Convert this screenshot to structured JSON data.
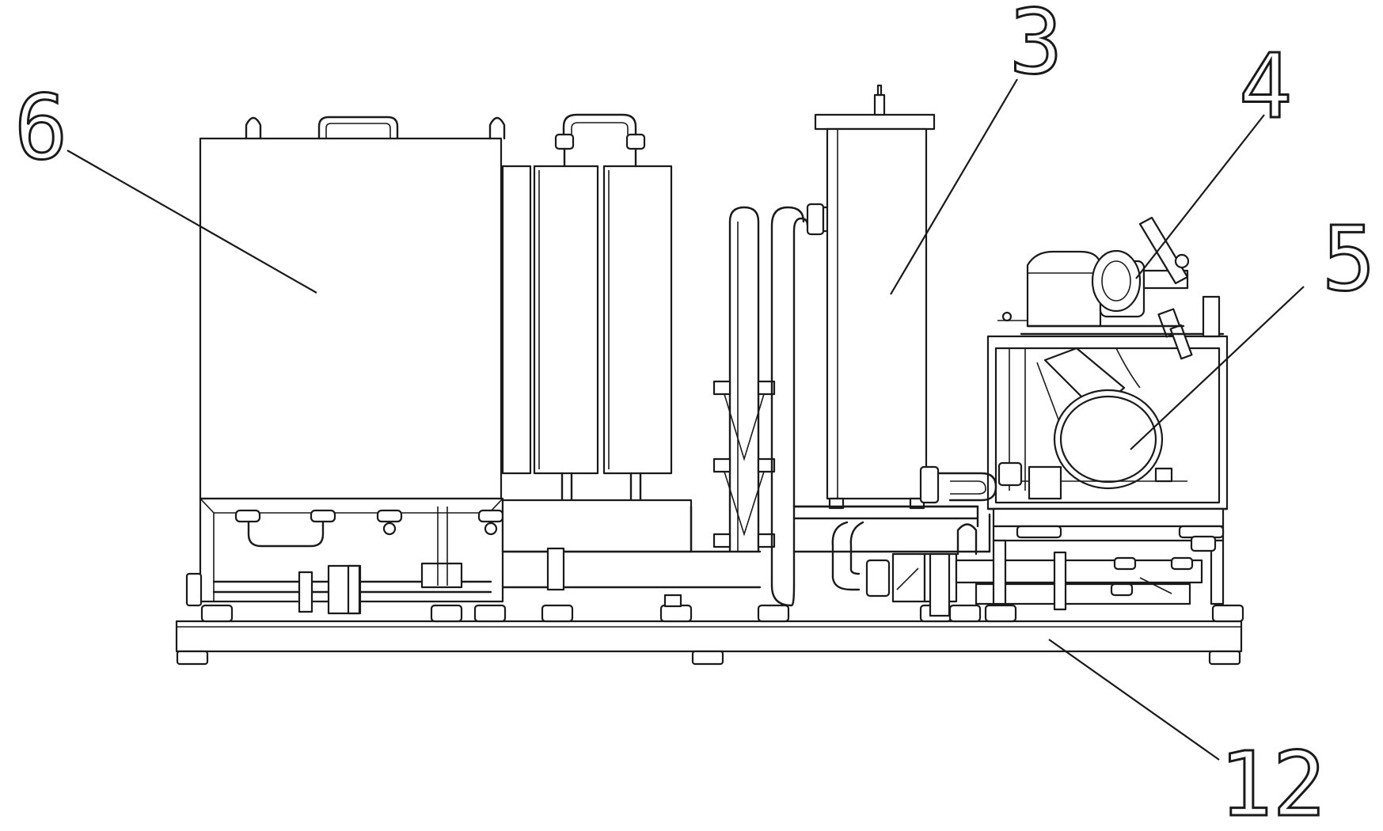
{
  "callouts": {
    "c6": "6",
    "c3": "3",
    "c4": "4",
    "c5": "5",
    "c12": "12"
  },
  "colors": {
    "line": "#1a1a1a",
    "background": "#ffffff"
  }
}
